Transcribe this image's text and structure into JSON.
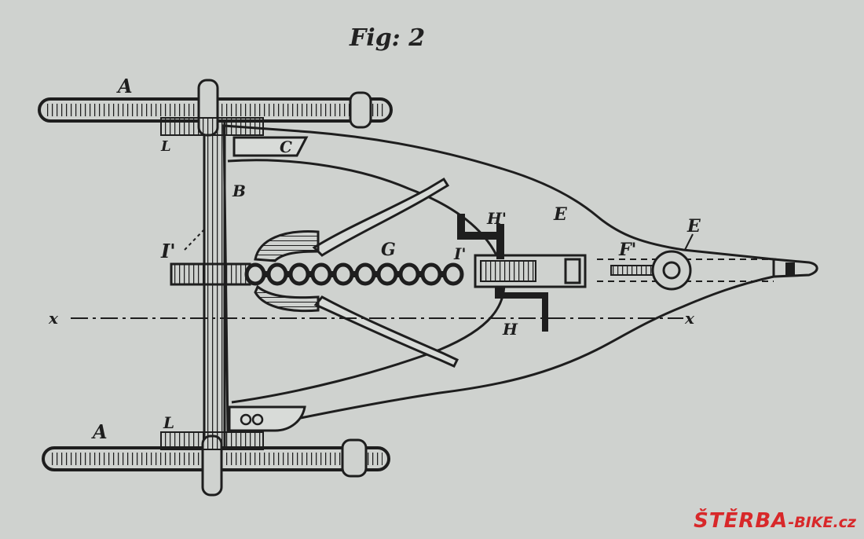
{
  "figure": {
    "title": "Fig: 2",
    "labels": {
      "A_top": "A",
      "A_bottom": "A",
      "L_top": "L",
      "L_bottom": "L",
      "C": "C",
      "B": "B",
      "I_left": "I'",
      "I_right": "I'",
      "G": "G",
      "H_top": "H'",
      "H_bottom": "H",
      "E_body": "E",
      "E_pivot": "E",
      "F": "F'",
      "X_left": "x",
      "X_right": "x"
    }
  },
  "watermark": {
    "main": "ŠTĚRBA",
    "sub": "-BIKE.cz",
    "color": "#d8282a"
  },
  "colors": {
    "paper": "#cfd2cf",
    "ink": "#1e1e1e"
  }
}
